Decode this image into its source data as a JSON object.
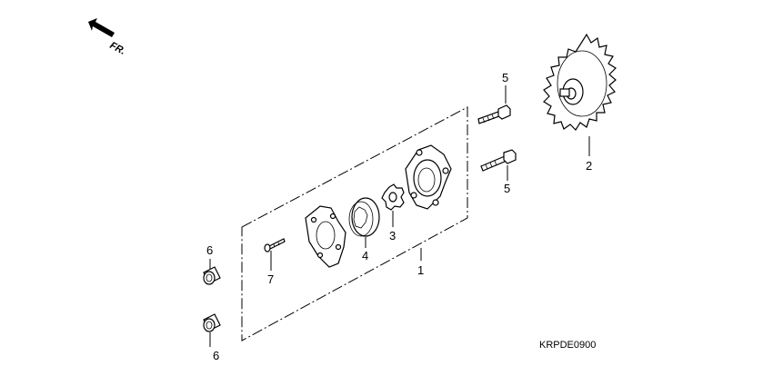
{
  "orientation": {
    "label": "FR."
  },
  "callouts": {
    "c1": "1",
    "c2": "2",
    "c3": "3",
    "c4": "4",
    "c5a": "5",
    "c5b": "5",
    "c6a": "6",
    "c6b": "6",
    "c7": "7"
  },
  "diagram_code": "KRPDE0900",
  "icons": {
    "front_arrow": "front-direction-arrow-icon"
  }
}
